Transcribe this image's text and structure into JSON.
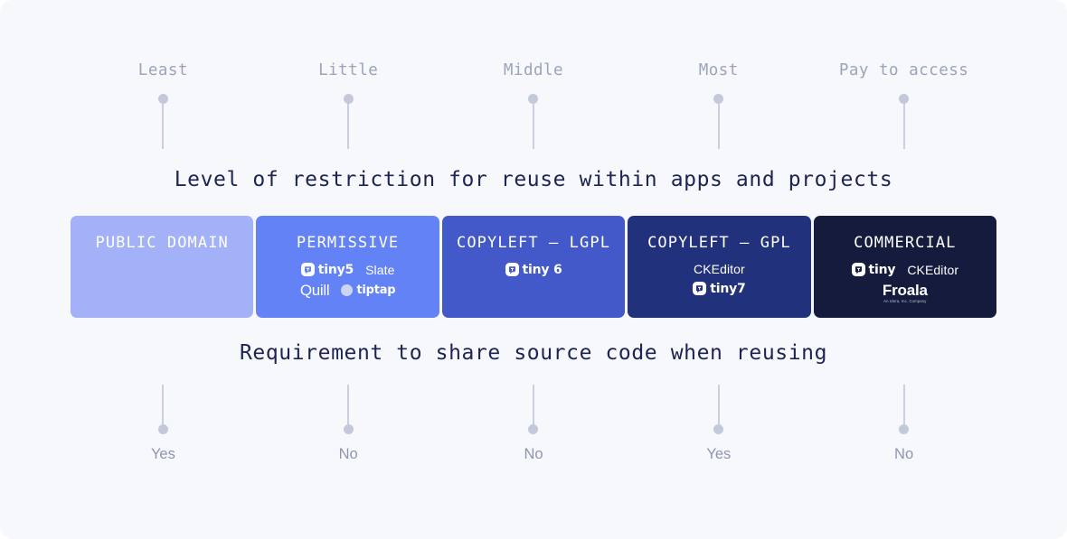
{
  "colors": {
    "background": "#f7f8fb",
    "connector": "#c9cfdf",
    "connector_dot": "#c3c9db",
    "top_label": "#9ba4bd",
    "bottom_label": "#8d96b0",
    "heading": "#1b2452",
    "block_public_domain": "#a3b1f9",
    "block_permissive": "#6382f5",
    "block_copyleft_lgpl": "#4358c9",
    "block_copyleft_gpl": "#22317c",
    "block_commercial": "#141b3d"
  },
  "top_scale": {
    "caption": "Level of restriction for reuse within apps and projects",
    "labels": [
      "Least",
      "Little",
      "Middle",
      "Most",
      "Pay to access"
    ]
  },
  "bottom_scale": {
    "caption": "Requirement to share source code when reusing",
    "labels": [
      "Yes",
      "No",
      "No",
      "Yes",
      "No"
    ]
  },
  "blocks": [
    {
      "title": "PUBLIC DOMAIN",
      "color": "#a3b1f9",
      "logo_rows": []
    },
    {
      "title": "PERMISSIVE",
      "color": "#6382f5",
      "logo_rows": [
        [
          {
            "type": "tiny",
            "label": "tiny5"
          },
          {
            "type": "wordmark",
            "label": "Slate"
          }
        ],
        [
          {
            "type": "quill",
            "label": "Quill"
          },
          {
            "type": "tiptap",
            "label": "tiptap"
          }
        ]
      ]
    },
    {
      "title": "COPYLEFT — LGPL",
      "color": "#4358c9",
      "logo_rows": [
        [
          {
            "type": "tiny",
            "label": "tiny 6"
          }
        ]
      ]
    },
    {
      "title": "COPYLEFT — GPL",
      "color": "#22317c",
      "logo_rows": [
        [
          {
            "type": "wordmark",
            "label": "CKEditor"
          }
        ],
        [
          {
            "type": "tiny",
            "label": "tiny7"
          }
        ]
      ]
    },
    {
      "title": "COMMERCIAL",
      "color": "#141b3d",
      "logo_rows": [
        [
          {
            "type": "tiny",
            "label": "tiny"
          },
          {
            "type": "wordmark",
            "label": "CKEditor"
          }
        ],
        [
          {
            "type": "froala",
            "label": "Froala",
            "sublabel": "An Idera, Inc. Company"
          }
        ]
      ]
    }
  ]
}
